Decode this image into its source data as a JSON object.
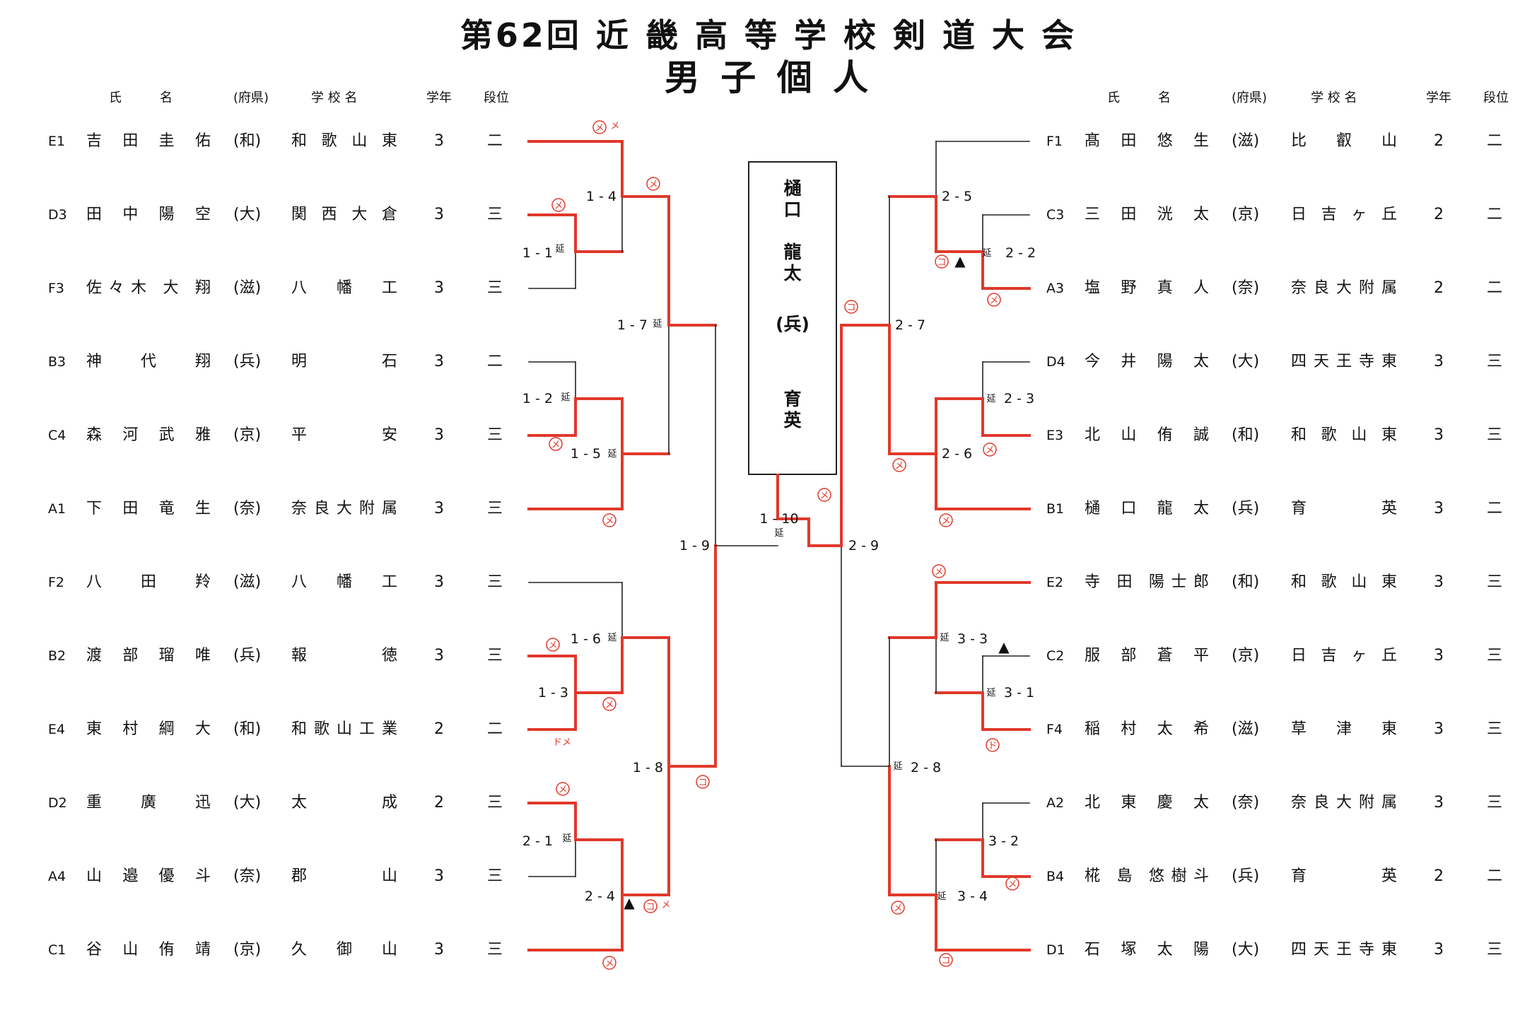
{
  "title": {
    "line1": "第62回 近 畿 高 等 学 校 剣 道 大 会",
    "line2": "男 子 個 人"
  },
  "headers": {
    "name": "氏　　　名",
    "pref": "(府県)",
    "school": "学 校 名",
    "grade": "学年",
    "rank": "段位"
  },
  "left_players": [
    {
      "code": "E1",
      "name": "吉 田 圭 佑",
      "pref": "(和)",
      "school": "和 歌 山 東",
      "grade": "3",
      "rank": "二"
    },
    {
      "code": "D3",
      "name": "田 中 陽 空",
      "pref": "(大)",
      "school": "関 西 大 倉",
      "grade": "3",
      "rank": "三"
    },
    {
      "code": "F3",
      "name": "佐々木 大 翔",
      "pref": "(滋)",
      "school": "八 幡 工",
      "grade": "3",
      "rank": "三"
    },
    {
      "code": "B3",
      "name": "神 代 翔",
      "pref": "(兵)",
      "school": "明 石",
      "grade": "3",
      "rank": "二"
    },
    {
      "code": "C4",
      "name": "森 河 武 雅",
      "pref": "(京)",
      "school": "平 安",
      "grade": "3",
      "rank": "三"
    },
    {
      "code": "A1",
      "name": "下 田 竜 生",
      "pref": "(奈)",
      "school": "奈良大附属",
      "grade": "3",
      "rank": "三"
    },
    {
      "code": "F2",
      "name": "八 田 羚",
      "pref": "(滋)",
      "school": "八 幡 工",
      "grade": "3",
      "rank": "三"
    },
    {
      "code": "B2",
      "name": "渡 部 瑠 唯",
      "pref": "(兵)",
      "school": "報 徳",
      "grade": "3",
      "rank": "三"
    },
    {
      "code": "E4",
      "name": "東 村 綱 大",
      "pref": "(和)",
      "school": "和歌山工業",
      "grade": "2",
      "rank": "二"
    },
    {
      "code": "D2",
      "name": "重 廣 迅",
      "pref": "(大)",
      "school": "太 成",
      "grade": "2",
      "rank": "三"
    },
    {
      "code": "A4",
      "name": "山 邉 優 斗",
      "pref": "(奈)",
      "school": "郡 山",
      "grade": "3",
      "rank": "三"
    },
    {
      "code": "C1",
      "name": "谷 山 侑 靖",
      "pref": "(京)",
      "school": "久 御 山",
      "grade": "3",
      "rank": "三"
    }
  ],
  "right_players": [
    {
      "code": "F1",
      "name": "髙 田 悠 生",
      "pref": "(滋)",
      "school": "比 叡 山",
      "grade": "2",
      "rank": "二"
    },
    {
      "code": "C3",
      "name": "三 田 洸 太",
      "pref": "(京)",
      "school": "日 吉 ヶ 丘",
      "grade": "2",
      "rank": "二"
    },
    {
      "code": "A3",
      "name": "塩 野 真 人",
      "pref": "(奈)",
      "school": "奈良大附属",
      "grade": "2",
      "rank": "二"
    },
    {
      "code": "D4",
      "name": "今 井 陽 太",
      "pref": "(大)",
      "school": "四天王寺東",
      "grade": "3",
      "rank": "三"
    },
    {
      "code": "E3",
      "name": "北 山 侑 誠",
      "pref": "(和)",
      "school": "和 歌 山 東",
      "grade": "3",
      "rank": "三"
    },
    {
      "code": "B1",
      "name": "樋 口 龍 太",
      "pref": "(兵)",
      "school": "育 英",
      "grade": "3",
      "rank": "二"
    },
    {
      "code": "E2",
      "name": "寺 田 陽士郎",
      "pref": "(和)",
      "school": "和 歌 山 東",
      "grade": "3",
      "rank": "三"
    },
    {
      "code": "C2",
      "name": "服 部 蒼 平",
      "pref": "(京)",
      "school": "日 吉 ヶ 丘",
      "grade": "3",
      "rank": "三"
    },
    {
      "code": "F4",
      "name": "稲 村 太 希",
      "pref": "(滋)",
      "school": "草 津 東",
      "grade": "3",
      "rank": "三"
    },
    {
      "code": "A2",
      "name": "北 東 慶 太",
      "pref": "(奈)",
      "school": "奈良大附属",
      "grade": "3",
      "rank": "三"
    },
    {
      "code": "B4",
      "name": "椛 島 悠樹斗",
      "pref": "(兵)",
      "school": "育 英",
      "grade": "2",
      "rank": "二"
    },
    {
      "code": "D1",
      "name": "石 塚 太 陽",
      "pref": "(大)",
      "school": "四天王寺東",
      "grade": "3",
      "rank": "三"
    }
  ],
  "champion": {
    "name": "樋\n口\n\n龍\n太",
    "pref": "(兵)",
    "school": "育\n英"
  },
  "match_labels": [
    {
      "id": "m1-4",
      "text": "1 - 4"
    },
    {
      "id": "m1-1",
      "text": "1 - 1"
    },
    {
      "id": "m1-7",
      "text": "1 - 7"
    },
    {
      "id": "m1-2",
      "text": "1 - 2"
    },
    {
      "id": "m1-5",
      "text": "1 - 5"
    },
    {
      "id": "m1-9",
      "text": "1 - 9"
    },
    {
      "id": "m1-6",
      "text": "1 - 6"
    },
    {
      "id": "m1-3",
      "text": "1 - 3"
    },
    {
      "id": "m1-8",
      "text": "1 - 8"
    },
    {
      "id": "m2-1",
      "text": "2 - 1"
    },
    {
      "id": "m2-4",
      "text": "2 - 4"
    },
    {
      "id": "m1-10",
      "text": "1 - 10"
    },
    {
      "id": "m2-5",
      "text": "2 - 5"
    },
    {
      "id": "m2-2",
      "text": "2 - 2"
    },
    {
      "id": "m2-7",
      "text": "2 - 7"
    },
    {
      "id": "m2-3",
      "text": "2 - 3"
    },
    {
      "id": "m2-6",
      "text": "2 - 6"
    },
    {
      "id": "m2-9",
      "text": "2 - 9"
    },
    {
      "id": "m3-3",
      "text": "3 - 3"
    },
    {
      "id": "m3-1",
      "text": "3 - 1"
    },
    {
      "id": "m2-8",
      "text": "2 - 8"
    },
    {
      "id": "m3-2",
      "text": "3 - 2"
    },
    {
      "id": "m3-4",
      "text": "3 - 4"
    }
  ],
  "encho_mark": "延",
  "hansoku_mark": "▲",
  "score_marks": {
    "men": "メ",
    "kote": "コ",
    "do": "ド",
    "dome": "ドメ"
  },
  "colors": {
    "winner_line": "#e0392b",
    "line": "#222222"
  }
}
